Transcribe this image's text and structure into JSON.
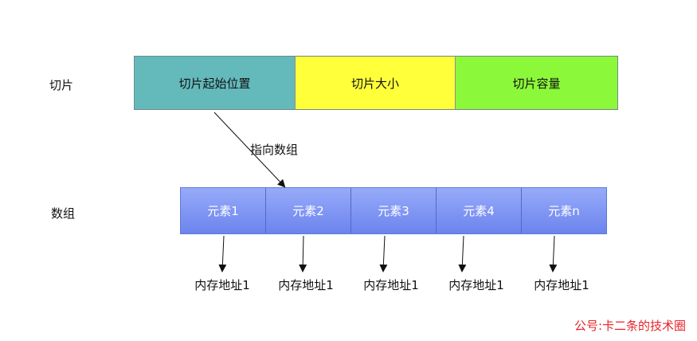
{
  "left_labels": {
    "slice": "切片",
    "array": "数组"
  },
  "slice": [
    {
      "label": "切片起始位置",
      "color": "#64b9bb"
    },
    {
      "label": "切片大小",
      "color": "#ffff3a"
    },
    {
      "label": "切片容量",
      "color": "#8cf83a"
    }
  ],
  "pointer_label": "指向数组",
  "array_elements": [
    "元素1",
    "元素2",
    "元素3",
    "元素4",
    "元素n"
  ],
  "addresses": [
    "内存地址1",
    "内存地址1",
    "内存地址1",
    "内存地址1",
    "内存地址1"
  ],
  "footer": "公号:卡二条的技术圈"
}
